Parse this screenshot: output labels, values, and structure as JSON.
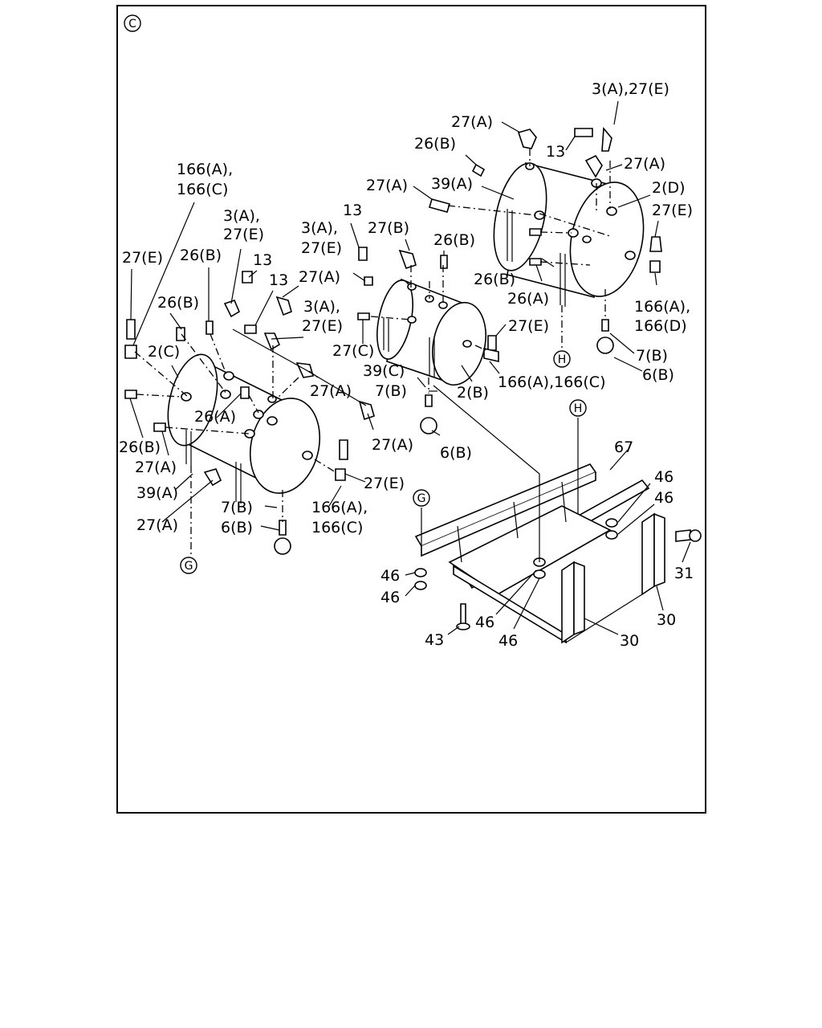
{
  "diagram": {
    "section_marker": "C",
    "reference_markers": {
      "g": "G",
      "h": "H"
    },
    "labels": {
      "l01": "3(A),27(E)",
      "l02": "27(A)",
      "l03": "13",
      "l04": "26(B)",
      "l05": "27(A)",
      "l06": "39(A)",
      "l07": "27(A)",
      "l08": "2(D)",
      "l09": "27(E)",
      "l10": "13",
      "l11": "3(A),",
      "l12": "27(E)",
      "l13": "27(B)",
      "l14": "26(B)",
      "l15": "26(B)",
      "l16": "26(A)",
      "l17": "166(A),",
      "l18": "166(D)",
      "l19": "166(A),",
      "l20": "166(C)",
      "l21": "3(A),",
      "l22": "27(E)",
      "l23": "13",
      "l24": "27(E)",
      "l25": "26(B)",
      "l26": "13",
      "l27": "27(A)",
      "l28": "26(B)",
      "l29": "3(A),",
      "l30": "27(E)",
      "l31": "27(E)",
      "l32": "27(C)",
      "l33": "7(B)",
      "l34": "6(B)",
      "l35": "2(C)",
      "l36": "39(C)",
      "l37": "7(B)",
      "l38": "2(B)",
      "l39": "166(A),166(C)",
      "l40": "27(A)",
      "l41": "26(A)",
      "l42": "26(B)",
      "l43": "27(A)",
      "l44": "27(A)",
      "l45": "39(A)",
      "l46": "6(B)",
      "l47": "27(E)",
      "l48": "27(A)",
      "l49": "7(B)",
      "l50": "6(B)",
      "l51": "166(A),",
      "l52": "166(C)",
      "l53": "67",
      "l54": "46",
      "l55": "46",
      "l56": "31",
      "l57": "46",
      "l58": "46",
      "l59": "46",
      "l60": "46",
      "l61": "30",
      "l62": "43",
      "l63": "30"
    }
  }
}
